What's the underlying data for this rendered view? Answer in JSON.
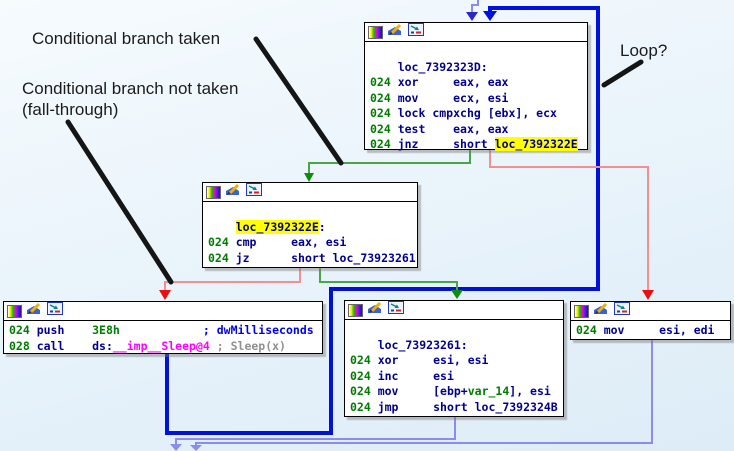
{
  "view": {
    "tool": "disassembler-graph-view"
  },
  "annotations": {
    "branch_taken": "Conditional branch taken",
    "branch_not_taken": "Conditional branch not taken",
    "branch_not_taken_sub": "(fall-through)",
    "loop": "Loop?"
  },
  "colors": {
    "edge_taken_green": "#4aa44a",
    "edge_arrow_green": "#108a10",
    "edge_fallthrough_red": "#f09090",
    "edge_arrow_red": "#e81010",
    "edge_normal_blue": "#8c8cf0",
    "edge_arrow_entry_navy": "#2828c8",
    "edge_loop_blue": "#0010dd",
    "annotation_black": "#151515",
    "text_navy": "#000090",
    "text_green": "#007d00",
    "text_comment_blue": "#0000f0",
    "text_comment_gray": "#909090",
    "text_import_magenta": "#ff00ff",
    "highlight_yellow": "#ffff00"
  },
  "titlebar_icons": [
    {
      "name": "palette-icon"
    },
    {
      "name": "edit-comment-icon"
    },
    {
      "name": "group-node-icon"
    }
  ],
  "blocks": [
    {
      "name": "block-loc-7392323D",
      "label": "loc_7392323D",
      "lines": [
        [],
        [
          {
            "t": "    loc_7392323D:",
            "c": "n"
          }
        ],
        [
          {
            "t": "024 ",
            "c": "g"
          },
          {
            "t": "xor     eax, eax",
            "c": "n"
          }
        ],
        [
          {
            "t": "024 ",
            "c": "g"
          },
          {
            "t": "mov     ecx, esi",
            "c": "n"
          }
        ],
        [
          {
            "t": "024 ",
            "c": "g"
          },
          {
            "t": "lock cmpxchg [ebx], ecx",
            "c": "n"
          }
        ],
        [
          {
            "t": "024 ",
            "c": "g"
          },
          {
            "t": "test    eax, eax",
            "c": "n"
          }
        ],
        [
          {
            "t": "024 ",
            "c": "g"
          },
          {
            "t": "jnz     short ",
            "c": "n"
          },
          {
            "t": "loc_7392322E",
            "c": "hl"
          }
        ]
      ]
    },
    {
      "name": "block-loc-7392322E",
      "label": "loc_7392322E",
      "lines": [
        [],
        [
          {
            "t": "    ",
            "c": "n"
          },
          {
            "t": "loc_7392322E",
            "c": "hl"
          },
          {
            "t": ":",
            "c": "n"
          }
        ],
        [
          {
            "t": "024 ",
            "c": "g"
          },
          {
            "t": "cmp     eax, esi",
            "c": "n"
          }
        ],
        [
          {
            "t": "024 ",
            "c": "g"
          },
          {
            "t": "jz      short loc_73923261",
            "c": "n"
          }
        ]
      ]
    },
    {
      "name": "block-sleep-call",
      "label": "",
      "lines": [
        [
          {
            "t": "024 ",
            "c": "g"
          },
          {
            "t": "push    ",
            "c": "n"
          },
          {
            "t": "3E8h",
            "c": "g"
          },
          {
            "t": "            ",
            "c": "n"
          },
          {
            "t": "; dwMilliseconds",
            "c": "c"
          }
        ],
        [
          {
            "t": "028 ",
            "c": "g"
          },
          {
            "t": "call    ds:",
            "c": "n"
          },
          {
            "t": "__imp__Sleep@4",
            "c": "m"
          },
          {
            "t": " ",
            "c": "n"
          },
          {
            "t": "; Sleep(x)",
            "c": "x"
          }
        ]
      ]
    },
    {
      "name": "block-loc-73923261",
      "label": "loc_73923261",
      "lines": [
        [],
        [
          {
            "t": "    loc_73923261:",
            "c": "n"
          }
        ],
        [
          {
            "t": "024 ",
            "c": "g"
          },
          {
            "t": "xor     esi, esi",
            "c": "n"
          }
        ],
        [
          {
            "t": "024 ",
            "c": "g"
          },
          {
            "t": "inc     esi",
            "c": "n"
          }
        ],
        [
          {
            "t": "024 ",
            "c": "g"
          },
          {
            "t": "mov     [ebp+",
            "c": "n"
          },
          {
            "t": "var_14",
            "c": "g"
          },
          {
            "t": "], esi",
            "c": "n"
          }
        ],
        [
          {
            "t": "024 ",
            "c": "g"
          },
          {
            "t": "jmp     short loc_7392324B",
            "c": "n"
          }
        ]
      ]
    },
    {
      "name": "block-mov-esi-edi",
      "label": "",
      "lines": [
        [
          {
            "t": "024 ",
            "c": "g"
          },
          {
            "t": "mov     esi, edi",
            "c": "n"
          }
        ]
      ]
    }
  ],
  "edges": [
    {
      "name": "edge-entry-top",
      "type": "incoming-flow",
      "color": "#8c8cf0"
    },
    {
      "name": "edge-loop-sleep-to-top",
      "type": "loop-back-jump",
      "color": "#0010dd"
    },
    {
      "name": "edge-jnz-taken",
      "type": "conditional-branch-taken",
      "color": "#4aa44a"
    },
    {
      "name": "edge-jnz-not-taken",
      "type": "conditional-fall-through",
      "color": "#f09090"
    },
    {
      "name": "edge-jz-taken",
      "type": "conditional-branch-taken",
      "color": "#4aa44a"
    },
    {
      "name": "edge-jz-not-taken",
      "type": "conditional-fall-through",
      "color": "#f09090"
    },
    {
      "name": "edge-jmp-down-out",
      "type": "jump-offscreen",
      "color": "#8c8cf0"
    },
    {
      "name": "edge-fallthrough-down-out",
      "type": "fall-through-offscreen",
      "color": "#8c8cf0"
    }
  ]
}
